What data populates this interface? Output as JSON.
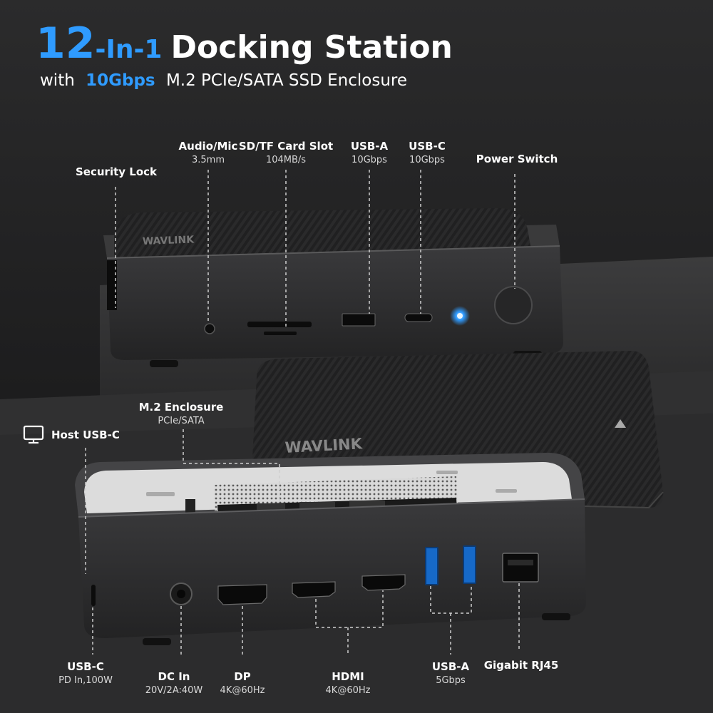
{
  "headline": {
    "number": "12",
    "suffix": "-In-1",
    "main": "Docking Station"
  },
  "subheadline": {
    "prefix": "with",
    "highlight": "10Gbps",
    "rest": "M.2 PCIe/SATA SSD Enclosure"
  },
  "accent_color": "#2f9bff",
  "brand": "WAVLINK",
  "top_ports": [
    {
      "title": "Security Lock",
      "detail": ""
    },
    {
      "title": "Audio/Mic",
      "detail": "3.5mm"
    },
    {
      "title": "SD/TF Card Slot",
      "detail": "104MB/s"
    },
    {
      "title": "USB-A",
      "detail": "10Gbps"
    },
    {
      "title": "USB-C",
      "detail": "10Gbps"
    },
    {
      "title": "Power Switch",
      "detail": ""
    }
  ],
  "enclosure": {
    "title": "M.2 Enclosure",
    "detail": "PCIe/SATA"
  },
  "host": {
    "title": "Host USB-C",
    "icon": "monitor-icon"
  },
  "rear_ports": [
    {
      "title": "USB-C",
      "detail": "PD In,100W"
    },
    {
      "title": "DC In",
      "detail": "20V/2A:40W"
    },
    {
      "title": "DP",
      "detail": "4K@60Hz"
    },
    {
      "title": "HDMI",
      "detail": "4K@60Hz"
    },
    {
      "title": "USB-A",
      "detail": "5Gbps"
    },
    {
      "title": "Gigabit RJ45",
      "detail": ""
    }
  ]
}
